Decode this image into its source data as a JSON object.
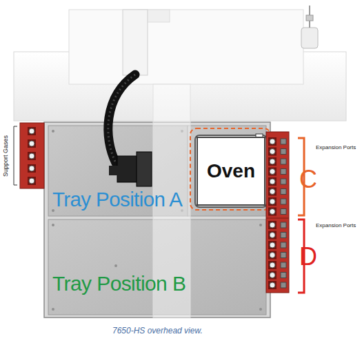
{
  "diagram": {
    "caption": "7650-HS overhead view.",
    "nodes": [
      {
        "text": [
          "Tray Position A"
        ]
      },
      {
        "text": [
          "Oven"
        ]
      },
      {
        "text": [
          "Tray Position B"
        ]
      }
    ],
    "labels": [
      "Support Gases",
      "Expansion Ports",
      "C",
      "Expansion Ports",
      "D"
    ]
  }
}
